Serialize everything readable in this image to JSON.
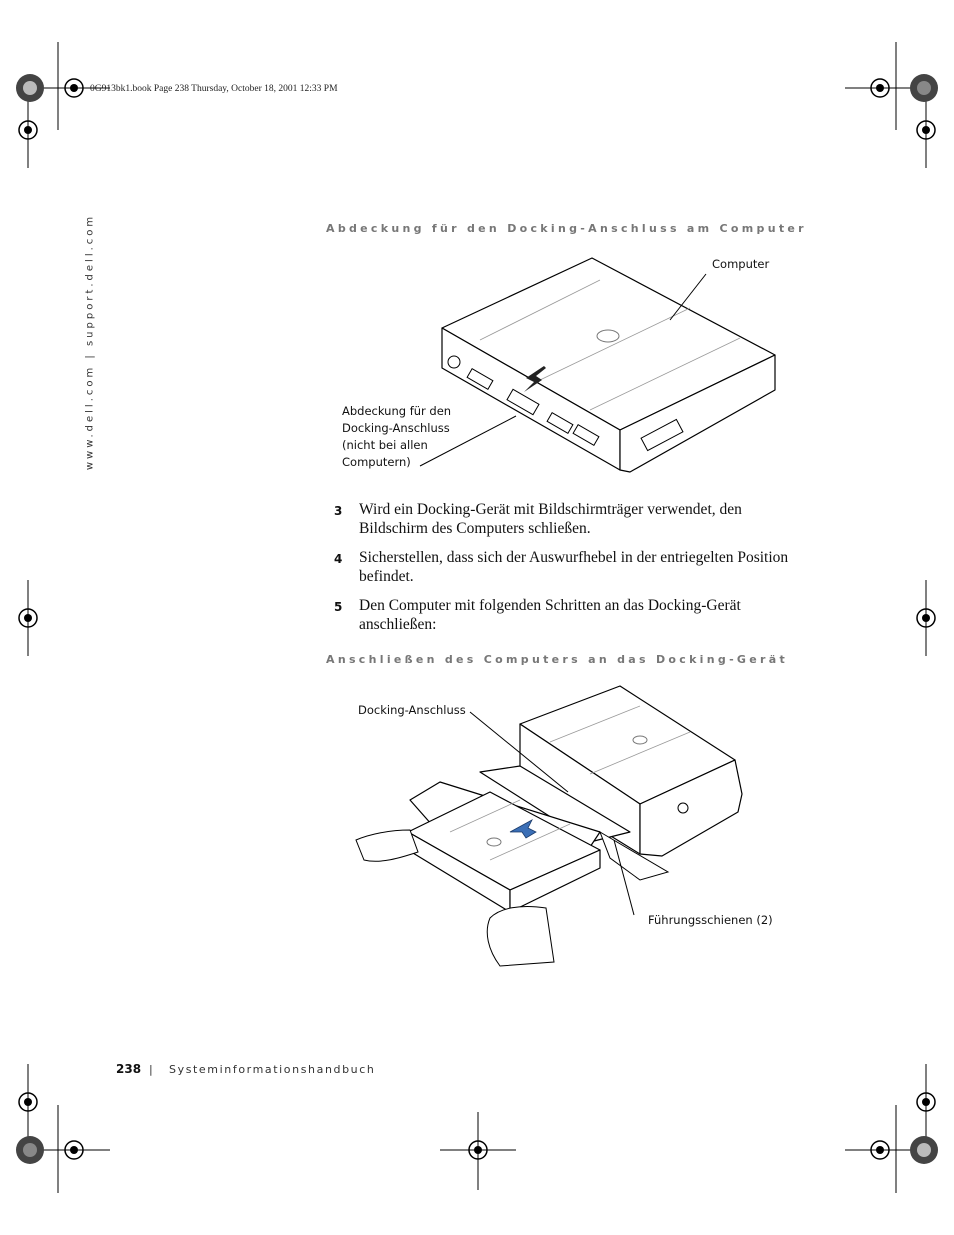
{
  "print_header": "0G913bk1.book  Page 238  Thursday, October 18, 2001  12:33 PM",
  "side_url": "www.dell.com | support.dell.com",
  "figure1": {
    "caption": "Abdeckung für den Docking-Anschluss am Computer",
    "label_computer": "Computer",
    "label_cover": [
      "Abdeckung für den",
      "Docking-Anschluss",
      "(nicht bei allen",
      "Computern)"
    ]
  },
  "steps": [
    {
      "number": "3",
      "text": "Wird ein Docking-Gerät mit Bildschirmträger verwendet, den Bildschirm des Computers schließen."
    },
    {
      "number": "4",
      "text": "Sicherstellen, dass sich der Auswurfhebel in der entriegelten Position befindet."
    },
    {
      "number": "5",
      "text": "Den Computer mit folgenden Schritten an das Docking-Gerät anschließen:"
    }
  ],
  "figure2": {
    "caption": "Anschließen des Computers an das Docking-Gerät",
    "label_connector": "Docking-Anschluss",
    "label_rails": "Führungsschienen (2)"
  },
  "footer": {
    "page_number": "238",
    "separator": "|",
    "title": "Systeminformationshandbuch"
  }
}
